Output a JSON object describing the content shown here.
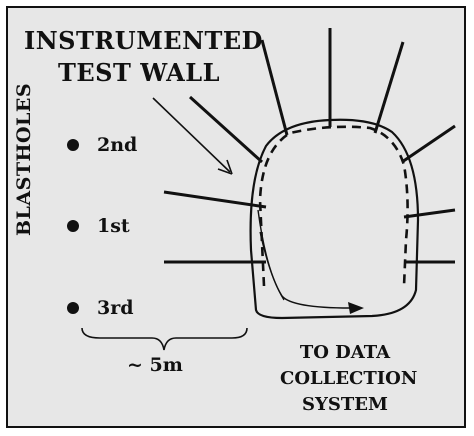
{
  "title": {
    "line1": "INSTRUMENTED",
    "line2": "TEST WALL"
  },
  "side_label": "BLASTHOLES",
  "holes": [
    {
      "label": "2nd"
    },
    {
      "label": "1st"
    },
    {
      "label": "3rd"
    }
  ],
  "spacing_label": "~ 5m",
  "destination": {
    "line1": "TO DATA",
    "line2": "COLLECTION",
    "line3": "SYSTEM"
  },
  "colors": {
    "background": "#e7e7e7",
    "ink": "#111111"
  }
}
